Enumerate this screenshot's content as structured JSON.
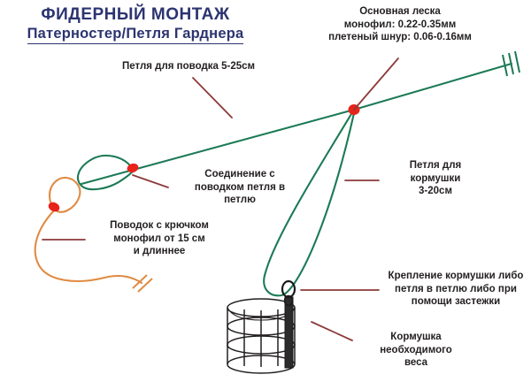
{
  "title": {
    "line1": "ФИДЕРНЫЙ МОНТАЖ",
    "line2": "Патерностер/Петля Гарднера",
    "color": "#2c3470"
  },
  "labels": {
    "main_line": "Основная леска\nмонофил: 0.22-0.35мм\nплетеный шнур: 0.06-0.16мм",
    "dropper_loop": "Петля для поводка 5-25см",
    "connection": "Соединение с\nповодком петля в\nпетлю",
    "leader": "Поводок с крючком\nмонофил от 15 см\nи длиннее",
    "feeder_loop": "Петля для\nкормушки\n3-20см",
    "attachment": "Крепление кормушки либо\nпетля в петлю либо при\nпомощи застежки",
    "feeder": "Кормушка\nнеобходимого\nвеса"
  },
  "colors": {
    "main_line_green": "#1c7a56",
    "leader_orange": "#e08b43",
    "knot_red": "#e8231a",
    "pointer_dark_red": "#8c3a3a",
    "feeder_wire": "#231f20",
    "feeder_lead": "#1a1a1a",
    "text": "#231f20",
    "background": "#ffffff"
  },
  "diagram": {
    "elements": [
      "main-line",
      "dropper-loop",
      "leader-loop",
      "leader-line",
      "hook-end",
      "feeder-loop",
      "feeder-cage",
      "knot-main",
      "knot-dropper",
      "knot-leader"
    ],
    "pointer_count": 7
  }
}
